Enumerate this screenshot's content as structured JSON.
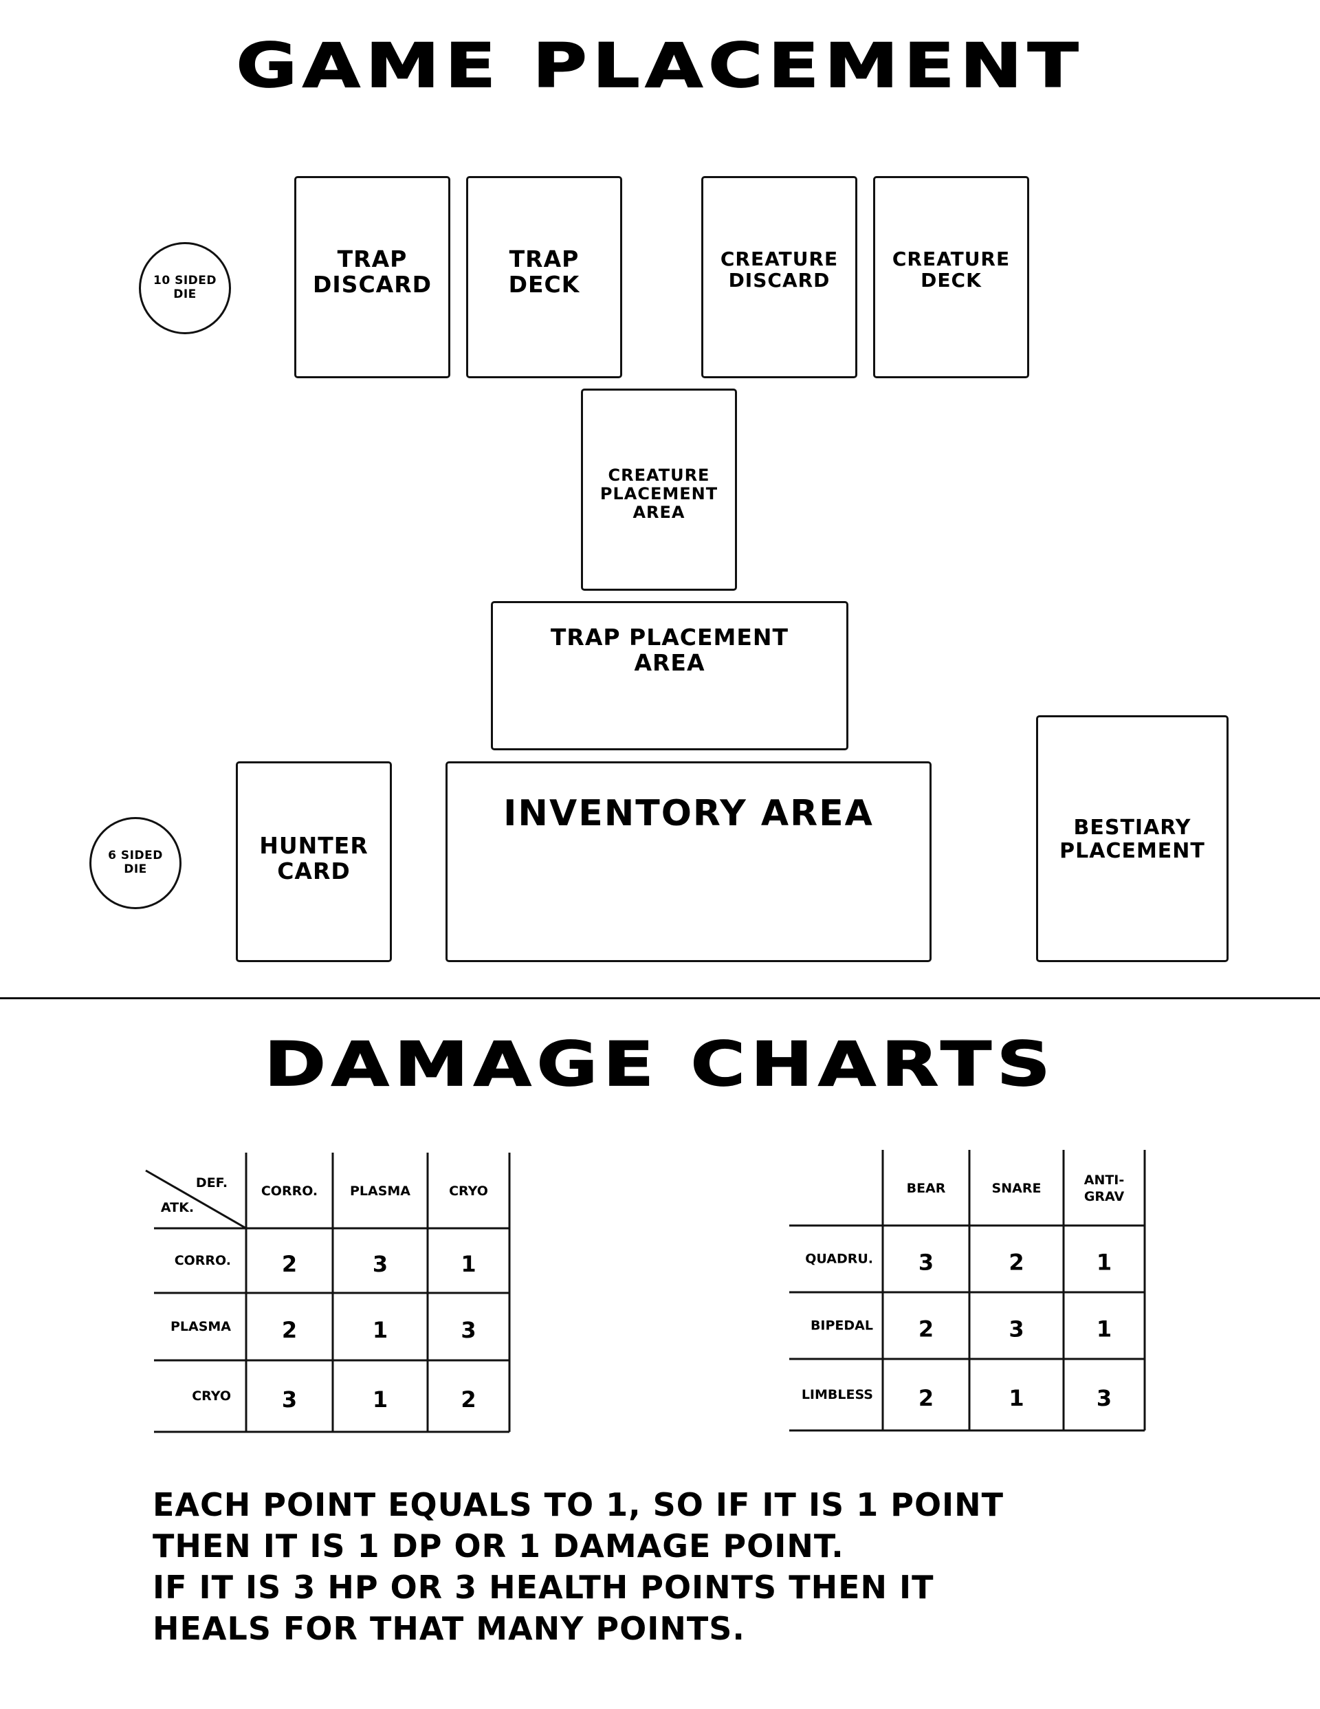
{
  "placement": {
    "title": "GAME PLACEMENT",
    "die_10": "10 SIDED\nDIE",
    "die_6": "6 SIDED\nDIE",
    "trap_discard": "TRAP\nDISCARD",
    "trap_deck": "TRAP\nDECK",
    "creature_discard": "CREATURE\nDISCARD",
    "creature_deck": "CREATURE\nDECK",
    "creature_placement": "CREATURE\nPLACEMENT\nAREA",
    "trap_placement": "TRAP PLACEMENT\nAREA",
    "hunter_card": "HUNTER\nCARD",
    "inventory_area": "INVENTORY AREA",
    "bestiary_placement": "BESTIARY\nPLACEMENT"
  },
  "damage": {
    "title": "DAMAGE CHARTS"
  },
  "chart_data": [
    {
      "type": "table",
      "corner_top": "DEF.",
      "corner_bottom": "ATK.",
      "columns": [
        "CORRO.",
        "PLASMA",
        "CRYO"
      ],
      "rows": [
        {
          "label": "CORRO.",
          "values": [
            "2",
            "3",
            "1"
          ]
        },
        {
          "label": "PLASMA",
          "values": [
            "2",
            "1",
            "3"
          ]
        },
        {
          "label": "CRYO",
          "values": [
            "3",
            "1",
            "2"
          ]
        }
      ]
    },
    {
      "type": "table",
      "columns": [
        "BEAR",
        "SNARE",
        "ANTI-\nGRAV"
      ],
      "rows": [
        {
          "label": "QUADRU.",
          "values": [
            "3",
            "2",
            "1"
          ]
        },
        {
          "label": "BIPEDAL",
          "values": [
            "2",
            "3",
            "1"
          ]
        },
        {
          "label": "LIMBLESS",
          "values": [
            "2",
            "1",
            "3"
          ]
        }
      ]
    }
  ],
  "note": {
    "lines": [
      "EACH POINT EQUALS TO 1, SO IF IT IS 1 POINT",
      "THEN IT IS 1 DP OR 1 DAMAGE POINT.",
      "IF IT IS 3 HP OR 3 HEALTH POINTS THEN IT",
      "HEALS FOR THAT MANY POINTS."
    ]
  }
}
